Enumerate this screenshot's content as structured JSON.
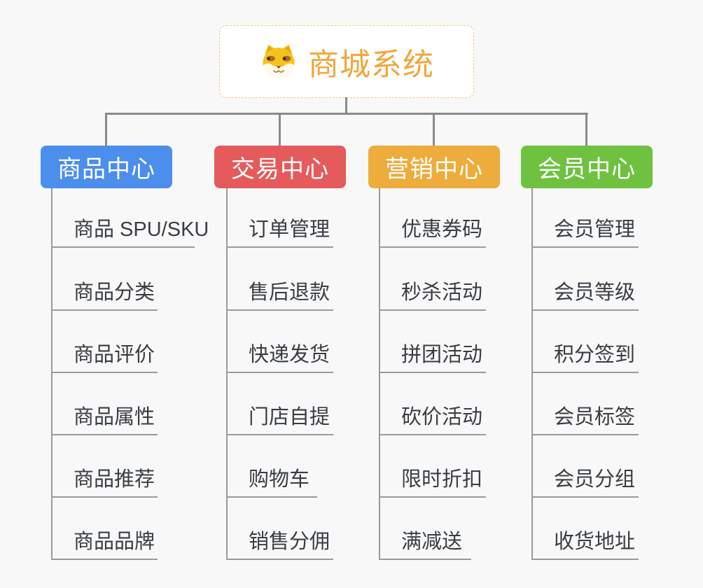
{
  "root": {
    "title": "商城系统",
    "icon": "shiba-dog-icon",
    "title_color": "#f0a73d",
    "border_color": "#f3c87e"
  },
  "branches": [
    {
      "label": "商品中心",
      "color": "#4c8eec",
      "children": [
        "商品 SPU/SKU",
        "商品分类",
        "商品评价",
        "商品属性",
        "商品推荐",
        "商品品牌"
      ]
    },
    {
      "label": "交易中心",
      "color": "#e55b5b",
      "children": [
        "订单管理",
        "售后退款",
        "快递发货",
        "门店自提",
        "购物车",
        "销售分佣"
      ]
    },
    {
      "label": "营销中心",
      "color": "#edac3c",
      "children": [
        "优惠券码",
        "秒杀活动",
        "拼团活动",
        "砍价活动",
        "限时折扣",
        "满减送"
      ]
    },
    {
      "label": "会员中心",
      "color": "#6ec23f",
      "children": [
        "会员管理",
        "会员等级",
        "积分签到",
        "会员标签",
        "会员分组",
        "收货地址"
      ]
    }
  ],
  "colors": {
    "connector": "#8a8a8a",
    "underline": "#9a9a9a",
    "leaf_text": "#393e44",
    "background": "#f8f8f8"
  }
}
